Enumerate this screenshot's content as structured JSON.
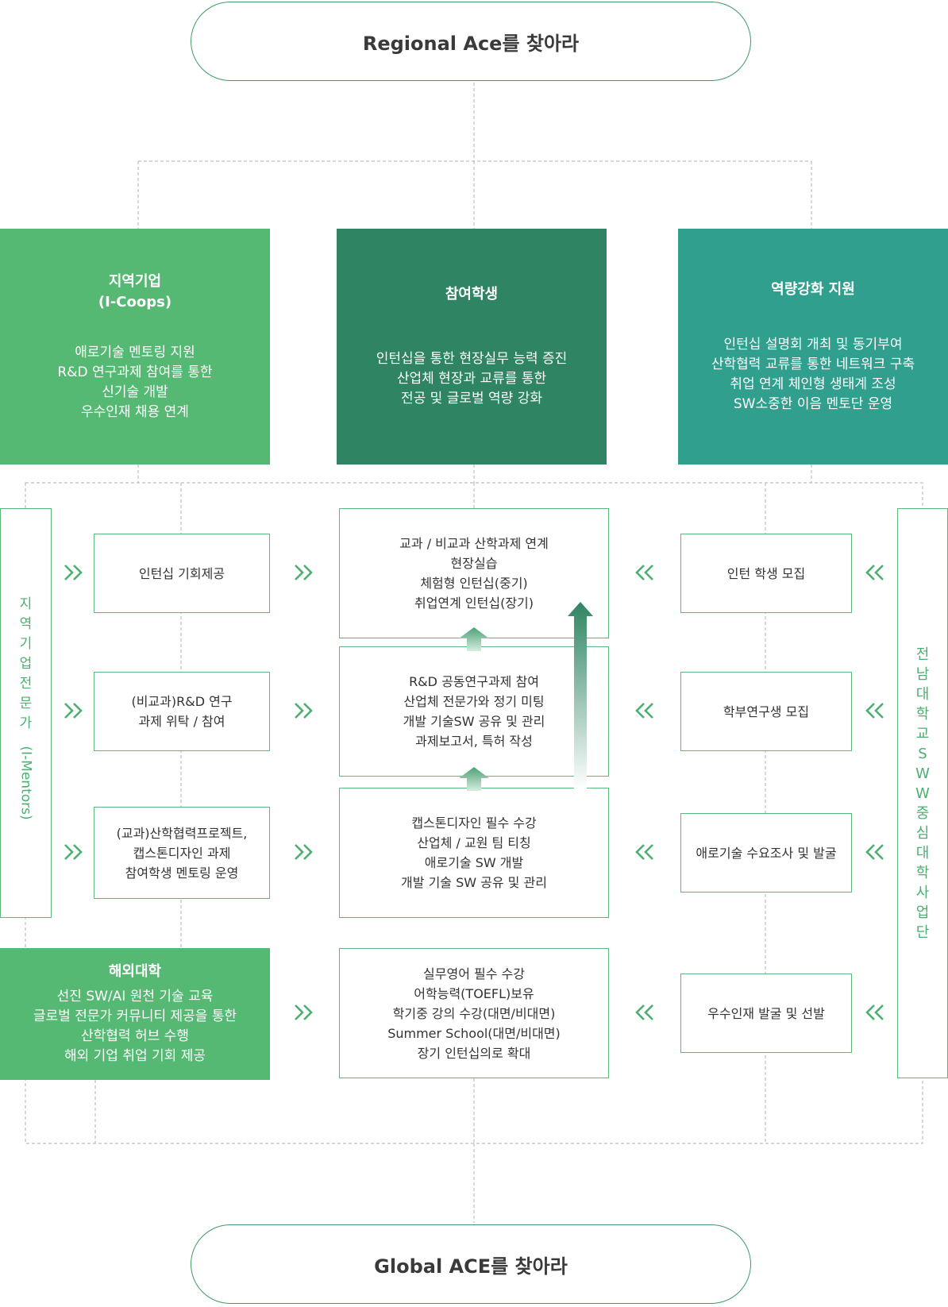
{
  "top_goal": "Regional Ace를 찾아라",
  "bottom_goal": "Global ACE를 찾아라",
  "columns": {
    "regional": {
      "title_lines": [
        "지역기업",
        "(I-Coops)"
      ],
      "desc_lines": [
        "애로기술 멘토링 지원",
        "R&D 연구과제 참여를 통한",
        "신기술 개발",
        "우수인재 채용 연계"
      ]
    },
    "students": {
      "title_lines": [
        "참여학생"
      ],
      "desc_lines": [
        "인턴십을 통한 현장실무 능력 증진",
        "산업체 현장과 교류를 통한",
        "전공 및 글로벌 역량 강화"
      ]
    },
    "support": {
      "title_lines": [
        "역량강화 지원"
      ],
      "desc_lines": [
        "인턴십 설명회 개최 및  동기부여",
        "산학협력 교류를 통한 네트워크 구축",
        "취업 연계 체인형 생태계 조성",
        "SW소중한 이음 멘토단 운영"
      ]
    }
  },
  "left_side_label": {
    "chars": [
      "지",
      "역",
      "기",
      "업",
      "전",
      "문",
      "가"
    ],
    "rotated": "(I-Mentors)"
  },
  "right_side_label": {
    "chars": [
      "전",
      "남",
      "대",
      "학",
      "교",
      "S",
      "W",
      "W",
      "중",
      "심",
      "대",
      "학",
      "사",
      "업",
      "단"
    ]
  },
  "left_boxes": [
    {
      "lines": [
        "인턴십 기회제공"
      ]
    },
    {
      "lines": [
        "(비교과)R&D 연구",
        "과제 위탁 / 참여"
      ]
    },
    {
      "lines": [
        "(교과)산학협력프로젝트,",
        "캡스톤디자인 과제",
        "참여학생 멘토링 운영"
      ]
    }
  ],
  "overseas": {
    "title": "해외대학",
    "desc_lines": [
      "선진 SW/AI 원천 기술 교육",
      "글로벌 전문가 커뮤니티 제공을 통한",
      "산학협력 허브 수행",
      "해외 기업 취업 기회 제공"
    ]
  },
  "center_boxes": [
    {
      "lines": [
        "교과 / 비교과 산학과제 연계",
        "현장실습",
        "체험형 인턴십(중기)",
        "취업연계 인턴십(장기)"
      ]
    },
    {
      "lines": [
        "R&D 공동연구과제 참여",
        "산업체 전문가와 정기 미팅",
        "개발 기술SW 공유 및 관리",
        "과제보고서, 특허 작성"
      ]
    },
    {
      "lines": [
        "캡스톤디자인 필수 수강",
        "산업체 / 교원 팀 티칭",
        "애로기술 SW 개발",
        "개발 기술 SW 공유 및 관리"
      ]
    },
    {
      "lines": [
        "실무영어 필수 수강",
        "어학능력(TOEFL)보유",
        "학기중 강의 수강(대면/비대면)",
        "Summer School(대면/비대면)",
        "장기 인턴십의로 확대"
      ]
    }
  ],
  "right_boxes": [
    {
      "lines": [
        "인턴 학생 모집"
      ]
    },
    {
      "lines": [
        "학부연구생 모집"
      ]
    },
    {
      "lines": [
        "애로기술 수요조사 및 발굴"
      ]
    },
    {
      "lines": [
        "우수인재 발굴 및 선발"
      ]
    }
  ],
  "colors": {
    "green_light": "#55b873",
    "green_dark": "#2e8463",
    "teal": "#309f8e",
    "outline": "#5db87c",
    "dashed": "#bdbdbd"
  }
}
